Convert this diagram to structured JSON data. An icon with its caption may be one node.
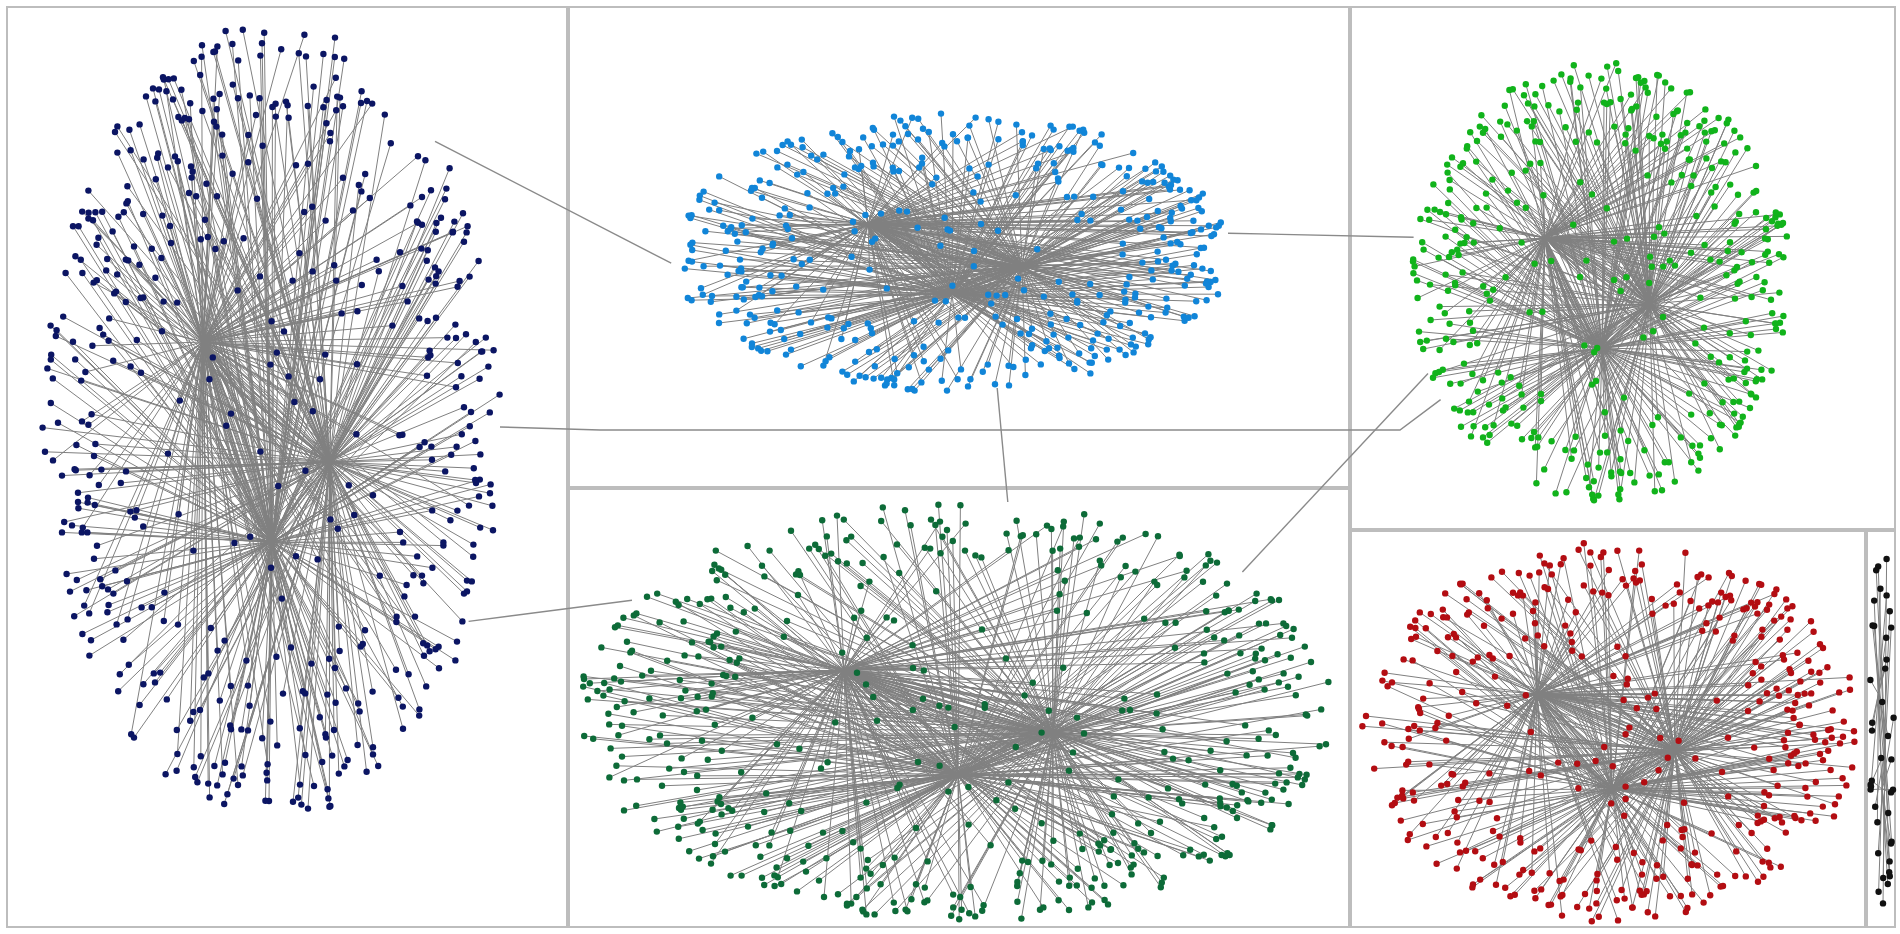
{
  "diagram": {
    "nodes": [
      {
        "text": [],
        "shape": "box"
      },
      {
        "text": [],
        "shape": "box"
      },
      {
        "text": [],
        "shape": "box"
      },
      {
        "text": [],
        "shape": "box"
      },
      {
        "text": [],
        "shape": "box"
      },
      {
        "text": [],
        "shape": "box"
      },
      {
        "text": [],
        "shape": "cluster",
        "in": 0
      },
      {
        "text": [],
        "shape": "cluster",
        "in": 1
      },
      {
        "text": [],
        "shape": "cluster",
        "in": 2
      },
      {
        "text": [],
        "shape": "cluster",
        "in": 3
      },
      {
        "text": [],
        "shape": "cluster",
        "in": 4
      },
      {
        "text": [],
        "shape": "cluster",
        "in": 5
      }
    ],
    "edges": [
      {
        "from": 6,
        "to": 7,
        "arrow": "none"
      },
      {
        "from": 7,
        "to": 8,
        "arrow": "none"
      },
      {
        "from": 6,
        "to": 8,
        "arrow": "none"
      },
      {
        "from": 6,
        "to": 9,
        "arrow": "none"
      },
      {
        "from": 7,
        "to": 9,
        "arrow": "none"
      },
      {
        "from": 9,
        "to": 8,
        "arrow": "none"
      }
    ]
  }
}
